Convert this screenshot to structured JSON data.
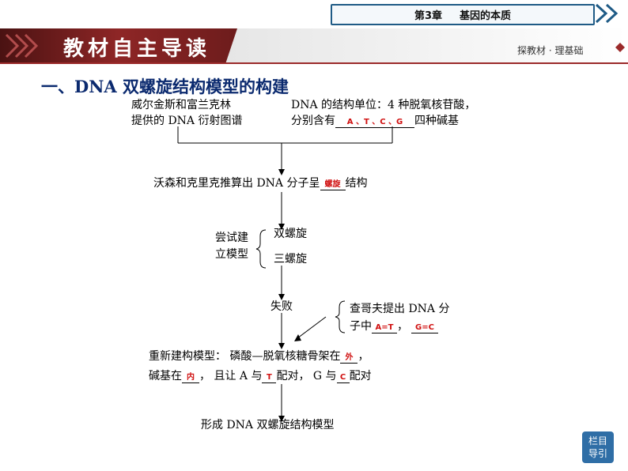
{
  "header": {
    "chapter_prefix": "第3章",
    "chapter_title": "基因的本质",
    "section_banner": "教材自主导读",
    "banner_subtitle": "探教材 · 理基础"
  },
  "heading": "一、DNA 双螺旋结构模型的构建",
  "flow": {
    "box1_line1": "威尔金斯和富兰克林",
    "box1_line2": "提供的 DNA 衍射图谱",
    "box2_line1": "DNA 的结构单位：4 种脱氧核苷酸，",
    "box2_line2_pre": "分别含有",
    "box2_answer": "A 、T 、C 、G",
    "box2_line2_post": "四种碱基",
    "step2_pre": "沃森和克里克推算出 DNA 分子呈",
    "step2_answer": "螺旋",
    "step2_post": "结构",
    "try_label_1": "尝试建",
    "try_label_2": "立模型",
    "try_option_1": "双螺旋",
    "try_option_2": "三螺旋",
    "fail": "失败",
    "chargaff_line1": "查哥夫提出 DNA 分",
    "chargaff_line2_pre": "子中",
    "chargaff_answer_1": "A=T",
    "chargaff_sep": "，",
    "chargaff_answer_2": "G=C",
    "rebuild_line1_pre": "重新建构模型： 磷酸—脱氧核糖骨架在",
    "rebuild_answer_out": "外",
    "rebuild_line1_post": "，",
    "rebuild_line2_a": "碱基在",
    "rebuild_answer_in": "内",
    "rebuild_line2_b": "， 且让 A 与",
    "rebuild_answer_T": "T",
    "rebuild_line2_c": "配对， G 与",
    "rebuild_answer_C": "C",
    "rebuild_line2_d": "配对",
    "final": "形成 DNA 双螺旋结构模型"
  },
  "nav": {
    "line1": "栏目",
    "line2": "导引"
  },
  "colors": {
    "banner_dark": "#5a1818",
    "banner_red": "#9b2a2a",
    "heading": "#0b2a6f",
    "answer": "#d01010",
    "chapter_border": "#1f5b86",
    "nav_button": "#2f6ea6"
  }
}
